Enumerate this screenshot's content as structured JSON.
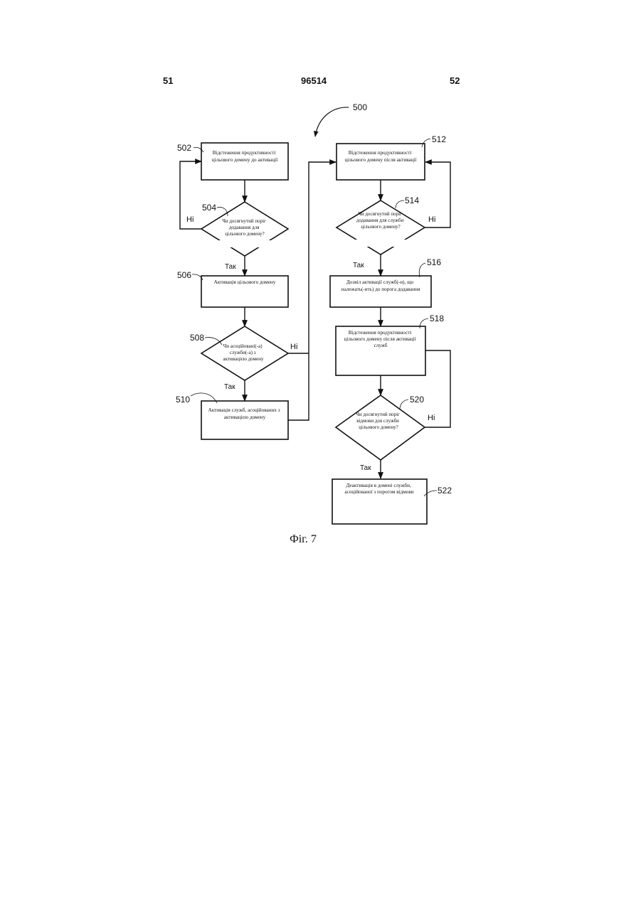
{
  "header": {
    "left_page": "51",
    "doc_number": "96514",
    "right_page": "52"
  },
  "figure": {
    "caption": "Фіг. 7",
    "ref_main": "500",
    "yes_label": "Так",
    "no_label": "Ні",
    "nodes": [
      {
        "ref": "502",
        "lines": [
          "Відстеження продуктивності",
          "цільового домену до активації"
        ]
      },
      {
        "ref": "504",
        "lines": [
          "Чи досягнутий поріг",
          "додавання для",
          "цільового домену?"
        ]
      },
      {
        "ref": "506",
        "lines": [
          "Активація цільового домену"
        ]
      },
      {
        "ref": "508",
        "lines": [
          "Чи асоційовані(-а)",
          "служби(-а) з",
          "активацією домену"
        ]
      },
      {
        "ref": "510",
        "lines": [
          "Активація служб, асоційованих з",
          "активацією домену"
        ]
      },
      {
        "ref": "512",
        "lines": [
          "Відстеження продуктивності",
          "цільового домену після активації"
        ]
      },
      {
        "ref": "514",
        "lines": [
          "Чи досягнутий поріг",
          "додавання для служби",
          "цільового домену?"
        ]
      },
      {
        "ref": "516",
        "lines": [
          "Дозвіл активації служб(-и), що",
          "належать(-ить) до порога додавання"
        ]
      },
      {
        "ref": "518",
        "lines": [
          "Відстеження продуктивності",
          "цільового домену після активації",
          "служб"
        ]
      },
      {
        "ref": "520",
        "lines": [
          "Чи досягнутий поріг",
          "відмови для служби",
          "цільового домену?"
        ]
      },
      {
        "ref": "522",
        "lines": [
          "Деактивація в домені служби,",
          "асоційованої з порогом відмови"
        ]
      }
    ]
  }
}
